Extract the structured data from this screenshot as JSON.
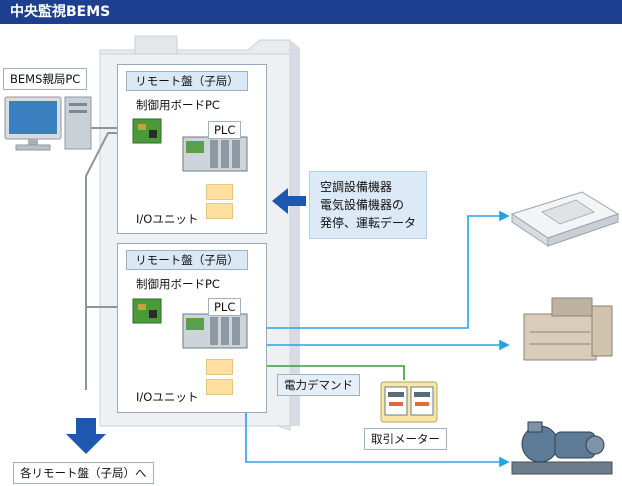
{
  "title": "中央監視BEMS",
  "parent_pc": {
    "label": "BEMS親局PC"
  },
  "remote_panels": [
    {
      "heading": "リモート盤（子局）",
      "board_pc_label": "制御用ボードPC",
      "plc_label": "PLC",
      "io_label": "I/Oユニット"
    },
    {
      "heading": "リモート盤（子局）",
      "board_pc_label": "制御用ボードPC",
      "plc_label": "PLC",
      "io_label": "I/Oユニット"
    }
  ],
  "callout": {
    "lines": [
      "空調設備機器",
      "電気設備機器の",
      "発停、運転データ"
    ]
  },
  "power_demand_label": "電力デマンド",
  "meter_label": "取引メーター",
  "other_panels_label": "各リモート盤（子局）へ",
  "colors": {
    "accent": "#1d3f8f",
    "data_line": "#29a3e0",
    "demand_line": "#3a9a3a",
    "panel_head": "#d9e8f4",
    "io_unit": "#ffe0a0"
  }
}
